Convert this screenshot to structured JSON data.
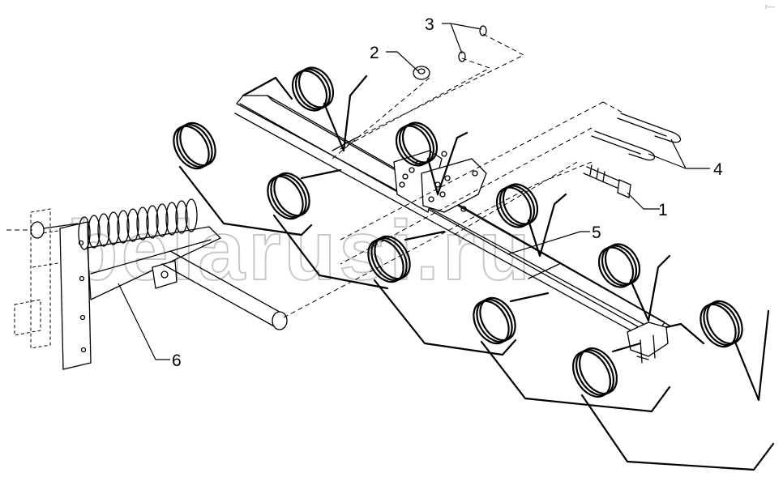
{
  "watermark": "belarusi.ru",
  "corner_mark": "r—",
  "callouts": [
    {
      "id": "1",
      "label": "1"
    },
    {
      "id": "2",
      "label": "2"
    },
    {
      "id": "3",
      "label": "3"
    },
    {
      "id": "4",
      "label": "4"
    },
    {
      "id": "5",
      "label": "5"
    },
    {
      "id": "6",
      "label": "6"
    }
  ]
}
